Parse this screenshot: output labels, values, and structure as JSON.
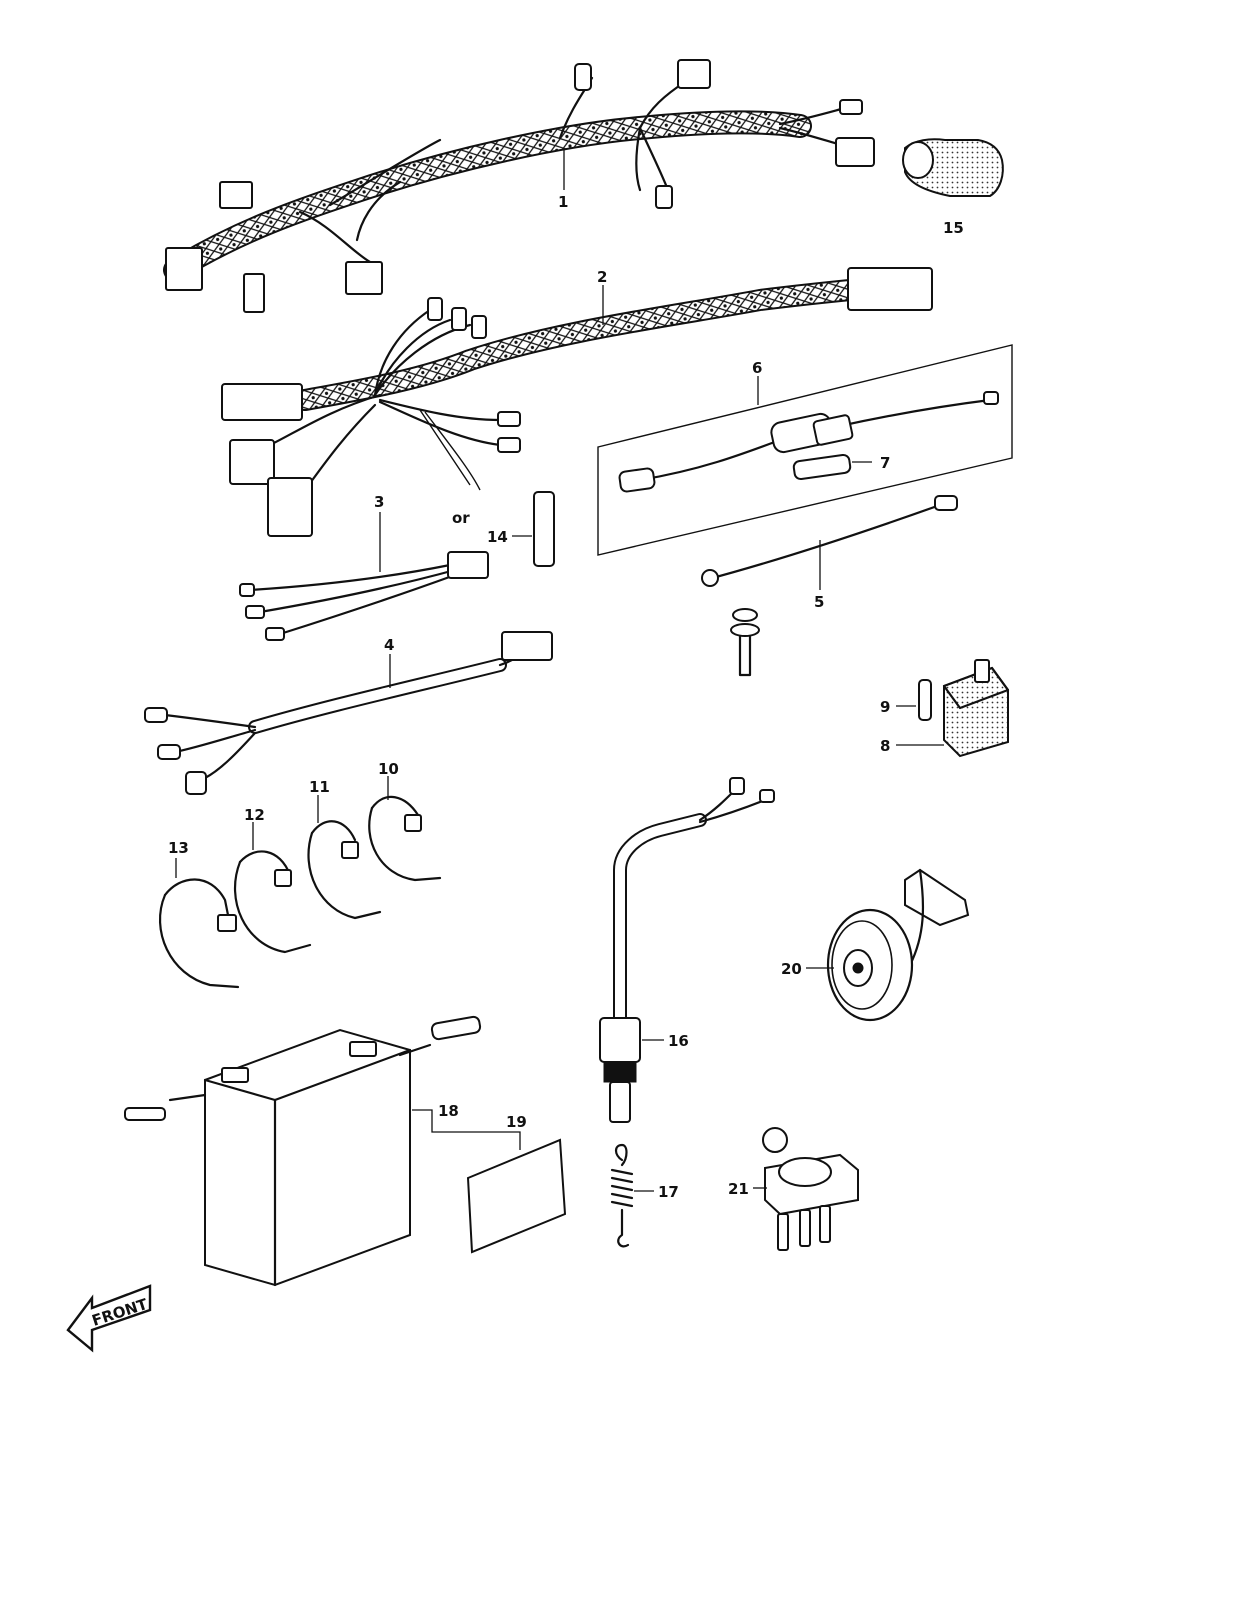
{
  "callouts": {
    "c1": "1",
    "c2": "2",
    "c3": "3",
    "c4": "4",
    "c5": "5",
    "c6": "6",
    "c7": "7",
    "c8": "8",
    "c9": "9",
    "c10": "10",
    "c11": "11",
    "c12": "12",
    "c13": "13",
    "c14": "14",
    "c15": "15",
    "c16": "16",
    "c17": "17",
    "c18": "18",
    "c19": "19",
    "c20": "20",
    "c21": "21",
    "c_or": "or"
  },
  "front_label": "FRONT"
}
